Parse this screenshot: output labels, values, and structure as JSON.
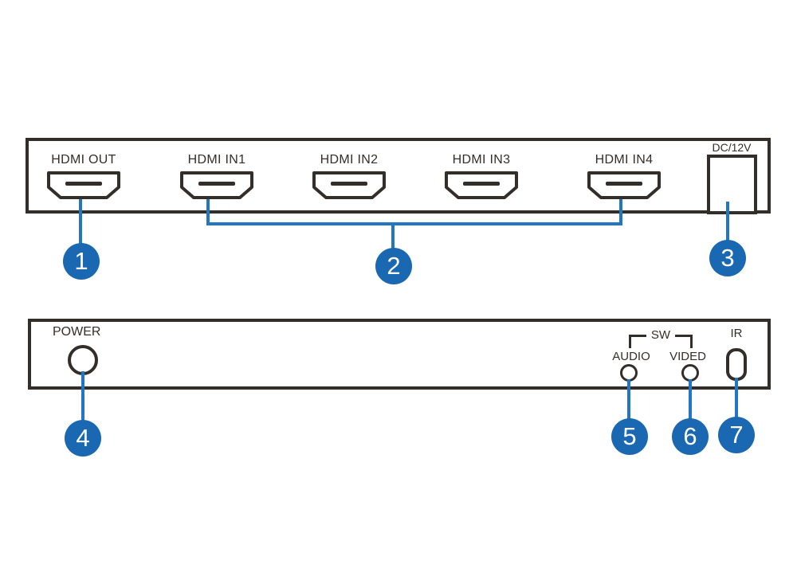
{
  "rear_panel": {
    "ports": [
      {
        "label": "HDMI OUT"
      },
      {
        "label": "HDMI IN1"
      },
      {
        "label": "HDMI IN2"
      },
      {
        "label": "HDMI IN3"
      },
      {
        "label": "HDMI IN4"
      }
    ],
    "dc_jack_label": "DC/12V"
  },
  "front_panel": {
    "power_label": "POWER",
    "sw_group_label": "SW",
    "audio_led_label": "AUDIO",
    "video_led_label": "VIDED",
    "ir_label": "IR"
  },
  "callouts": [
    "1",
    "2",
    "3",
    "4",
    "5",
    "6",
    "7"
  ],
  "colors": {
    "outline": "#342e2a",
    "callout_circle_fill": "#1a68b2",
    "callout_line": "#2277c4"
  }
}
